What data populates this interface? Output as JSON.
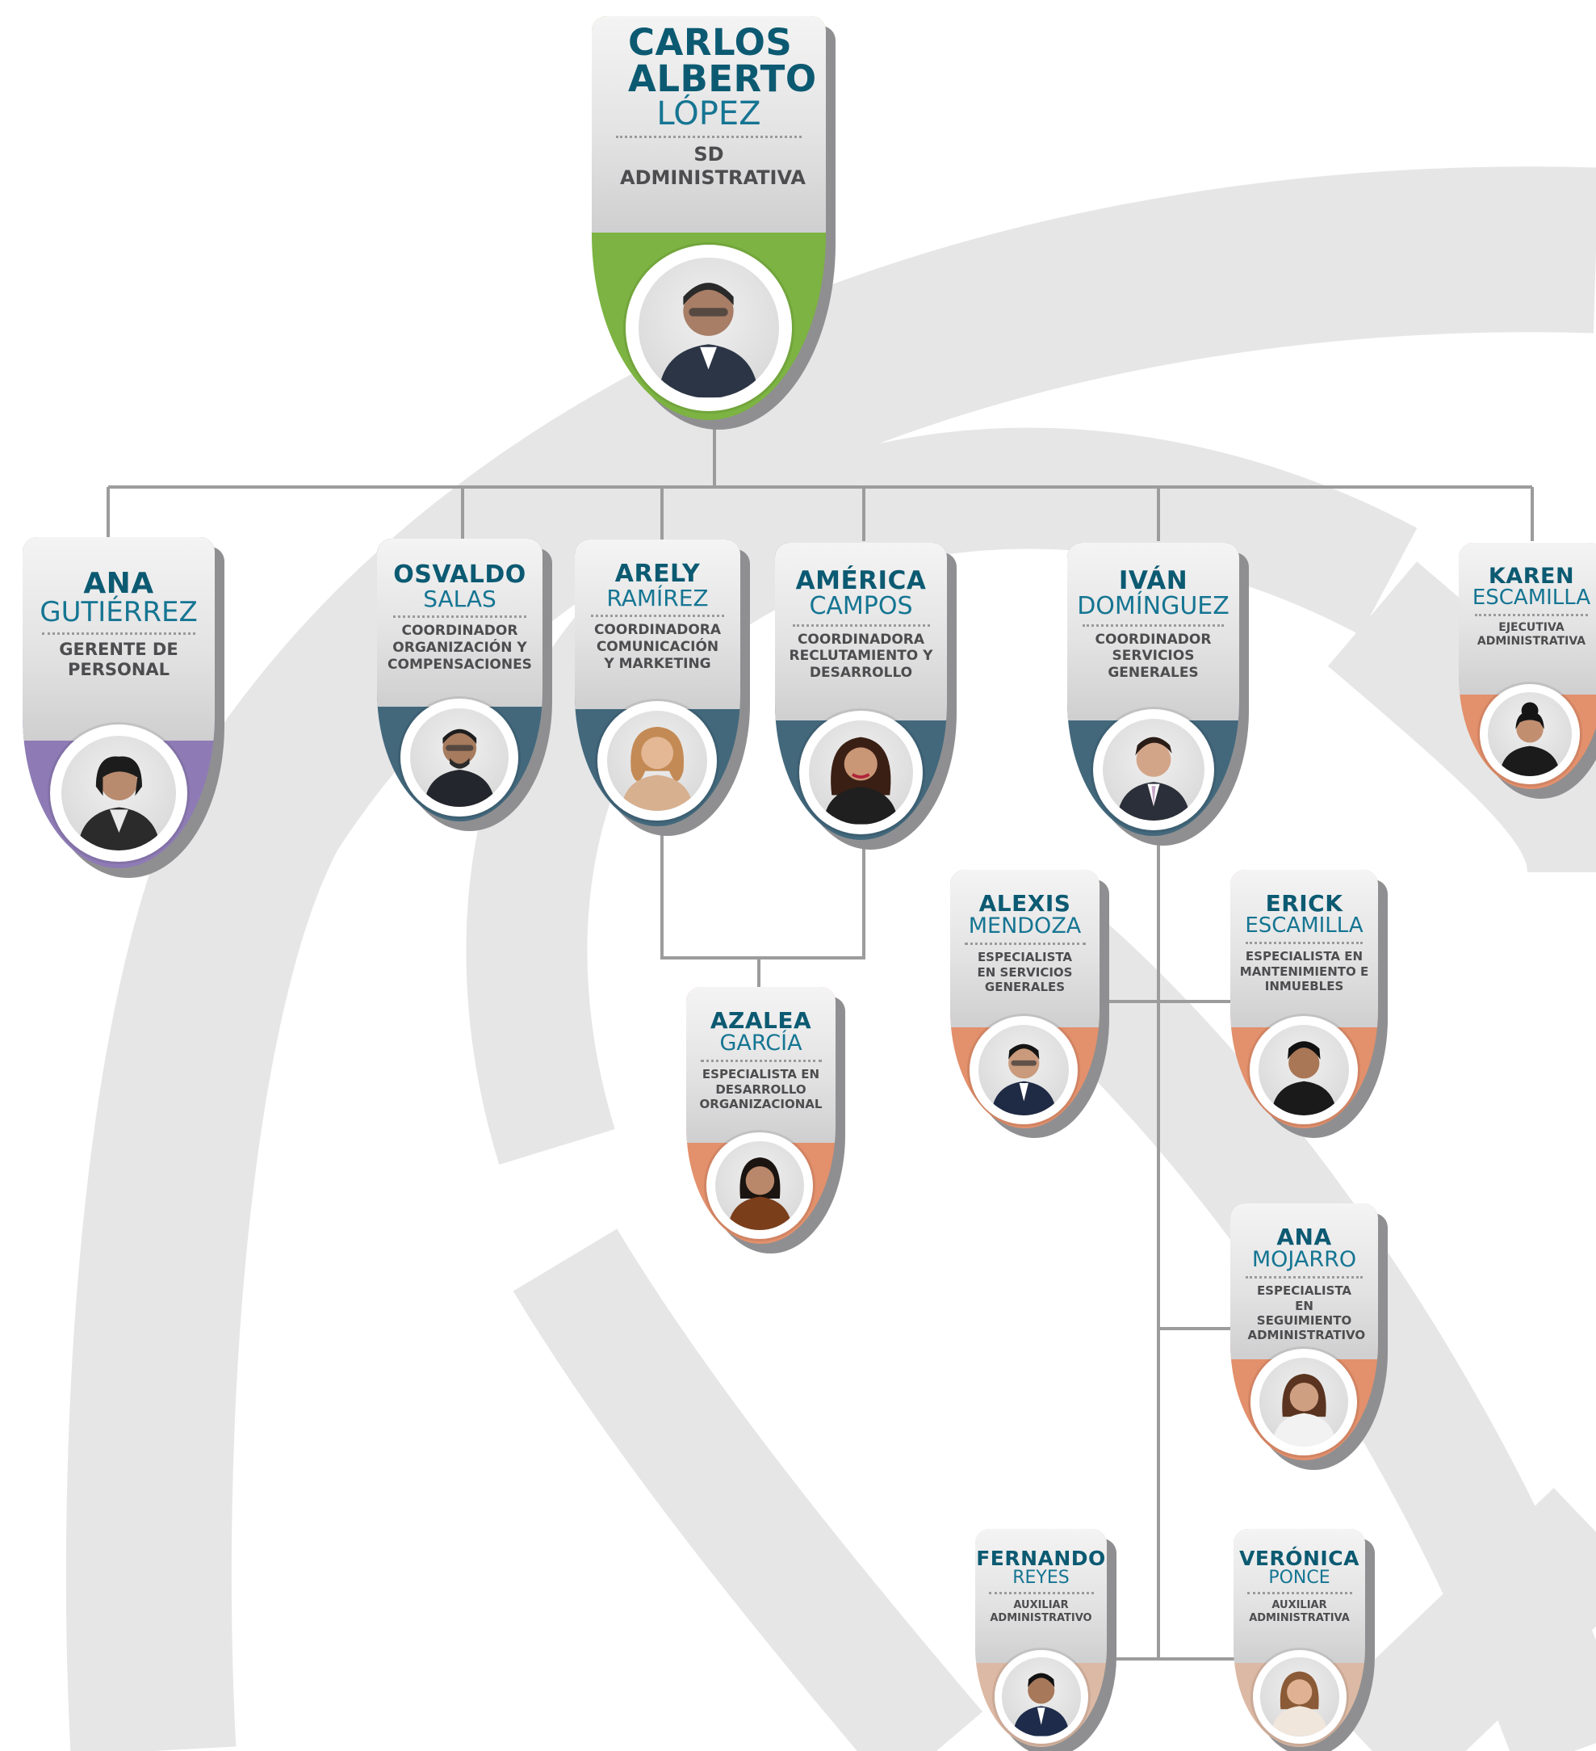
{
  "colors": {
    "name_dark": "#0c5a72",
    "name_light": "#157592",
    "role_text": "#4d4d4f",
    "band_director": "#7cb342",
    "band_manager": "#8e7bb5",
    "band_coordinator": "#43687c",
    "band_specialist": "#e3906c",
    "band_assistant": "#dcb9a4",
    "connector": "#9c9c9c",
    "background_arc": "#e6e6e6"
  },
  "icons": {
    "person": "person-photo-icon"
  },
  "people": {
    "carlos": {
      "first": "CARLOS ALBERTO",
      "last": "LÓPEZ",
      "role": "SD ADMINISTRATIVA"
    },
    "ana_g": {
      "first": "ANA",
      "last": "GUTIÉRREZ",
      "role": "GERENTE DE PERSONAL"
    },
    "osvaldo": {
      "first": "OSVALDO",
      "last": "SALAS",
      "role": "COORDINADOR ORGANIZACIÓN Y COMPENSACIONES"
    },
    "arely": {
      "first": "ARELY",
      "last": "RAMÍREZ",
      "role": "COORDINADORA COMUNICACIÓN Y MARKETING"
    },
    "america": {
      "first": "AMÉRICA",
      "last": "CAMPOS",
      "role": "COORDINADORA RECLUTAMIENTO Y DESARROLLO"
    },
    "ivan": {
      "first": "IVÁN",
      "last": "DOMÍNGUEZ",
      "role": "COORDINADOR SERVICIOS GENERALES"
    },
    "karen": {
      "first": "KAREN",
      "last": "ESCAMILLA",
      "role": "EJECUTIVA ADMINISTRATIVA"
    },
    "alexis": {
      "first": "ALEXIS",
      "last": "MENDOZA",
      "role": "ESPECIALISTA EN SERVICIOS GENERALES"
    },
    "erick": {
      "first": "ERICK",
      "last": "ESCAMILLA",
      "role": "ESPECIALISTA EN MANTENIMIENTO E INMUEBLES"
    },
    "azalea": {
      "first": "AZALEA",
      "last": "GARCÍA",
      "role": "ESPECIALISTA EN DESARROLLO ORGANIZACIONAL"
    },
    "ana_m": {
      "first": "ANA",
      "last": "MOJARRO",
      "role": "ESPECIALISTA EN SEGUIMIENTO ADMINISTRATIVO"
    },
    "fernando": {
      "first": "FERNANDO",
      "last": "REYES",
      "role": "AUXILIAR ADMINISTRATIVO"
    },
    "veronica": {
      "first": "VERÓNICA",
      "last": "PONCE",
      "role": "AUXILIAR ADMINISTRATIVA"
    }
  }
}
